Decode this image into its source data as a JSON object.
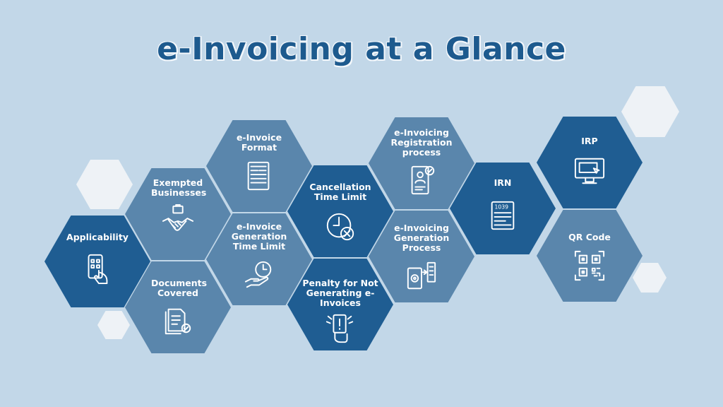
{
  "title": "e-Invoicing at a Glance",
  "colors": {
    "background": "#c2d7e8",
    "dark": "#1f5d92",
    "medium": "#5a86ac",
    "decor": "#eef2f6",
    "title": "#1d5a8e"
  },
  "cells": {
    "applicability": {
      "label": "Applicability",
      "icon": "phone-tap-icon"
    },
    "exempted": {
      "label": "Exempted Businesses",
      "icon": "handshake-briefcase-icon"
    },
    "documents": {
      "label": "Documents Covered",
      "icon": "documents-check-icon"
    },
    "format": {
      "label": "e-Invoice Format",
      "icon": "invoice-document-icon"
    },
    "gen_time": {
      "label": "e-Invoice Generation Time Limit",
      "icon": "clock-hand-icon"
    },
    "cancellation": {
      "label": "Cancellation Time Limit",
      "icon": "clock-cancel-icon"
    },
    "penalty": {
      "label": "Penalty for Not Generating e-Invoices",
      "icon": "penalty-card-icon"
    },
    "registration": {
      "label": "e-Invoicing Registration process",
      "icon": "registration-id-icon"
    },
    "gen_process": {
      "label": "e-Invoicing Generation Process",
      "icon": "generation-process-icon"
    },
    "irn": {
      "label": "IRN",
      "icon": "irn-document-icon",
      "doc_number": "1039"
    },
    "irp": {
      "label": "IRP",
      "icon": "monitor-click-icon"
    },
    "qr": {
      "label": "QR Code",
      "icon": "qr-code-icon"
    }
  }
}
